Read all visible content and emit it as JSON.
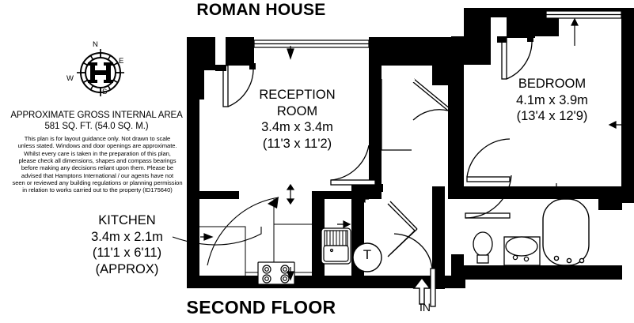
{
  "plan": {
    "title": "ROMAN HOUSE",
    "floor": "SECOND FLOOR",
    "entrance_label": "IN",
    "area": {
      "heading": "APPROXIMATE GROSS INTERNAL AREA",
      "value": "581 SQ. FT. (54.0 SQ. M.)"
    },
    "disclaimer": {
      "line1": "This plan is for layout guidance only. Not drawn to scale",
      "line2": "unless stated. Windows and door openings are approximate.",
      "line3": "Whilst every care is taken in the preparation of this plan,",
      "line4": "please check all dimensions, shapes and compass bearings",
      "line5": "before making any decisions reliant upon them. Please be",
      "line6": "advised that Hamptons International / our agents have not",
      "line7": "seen or reviewed any building regulations or planning permission",
      "line8": "in relation to works carried out to the property (ID175640)"
    },
    "compass": {
      "north": "N",
      "east": "E",
      "south": "S",
      "west": "W",
      "logo": "H"
    },
    "colors": {
      "wall": "#000000",
      "background": "#ffffff",
      "text": "#000000",
      "line": "#000000"
    },
    "rooms": [
      {
        "id": "reception-room",
        "name_line1": "RECEPTION",
        "name_line2": "ROOM",
        "metric": "3.4m x 3.4m",
        "imperial": "(11'3 x 11'2)",
        "note": ""
      },
      {
        "id": "bedroom",
        "name_line1": "BEDROOM",
        "name_line2": "",
        "metric": "4.1m x 3.9m",
        "imperial": "(13'4 x 12'9)",
        "note": ""
      },
      {
        "id": "kitchen",
        "name_line1": "KITCHEN",
        "name_line2": "",
        "metric": "3.4m x 2.1m",
        "imperial": "(11'1 x 6'11)",
        "note": "(APPROX)"
      }
    ],
    "fixtures": {
      "hob": "hob",
      "sink": "sink",
      "bath": "bath",
      "toilet": "toilet",
      "basin": "basin",
      "tank_symbol": "T"
    }
  }
}
